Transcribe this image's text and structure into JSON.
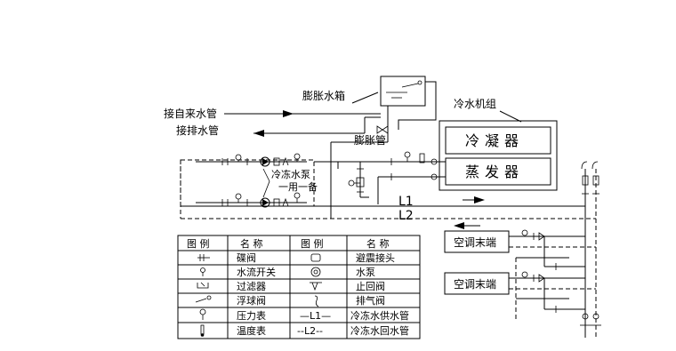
{
  "labels": {
    "expansion_tank": "膨胀水箱",
    "city_water_in": "接自来水管",
    "drain_pipe": "接排水管",
    "chiller_unit": "冷水机组",
    "condenser": "冷凝器",
    "evaporator": "蒸发器",
    "expansion_pipe": "膨胀管",
    "chw_pump": "冷冻水泵",
    "pump_duty": "一用一备",
    "line_l1": "L1",
    "line_l2": "L2",
    "terminal_1": "空调末端",
    "terminal_2": "空调末端"
  },
  "legend": {
    "headers": [
      "图 例",
      "名 称",
      "图 例",
      "名 称"
    ],
    "rows": [
      {
        "name_left": "碟阀",
        "sym_right": "",
        "name_right": "避震接头"
      },
      {
        "name_left": "水流开关",
        "sym_right": "",
        "name_right": "水泵"
      },
      {
        "name_left": "过滤器",
        "sym_right": "",
        "name_right": "止回阀"
      },
      {
        "name_left": "浮球阀",
        "sym_right": "",
        "name_right": "排气阀"
      },
      {
        "name_left": "压力表",
        "sym_right": "—L1—",
        "name_right": "冷冻水供水管"
      },
      {
        "name_left": "温度表",
        "sym_right": "--L2--",
        "name_right": "冷冻水回水管"
      }
    ]
  }
}
